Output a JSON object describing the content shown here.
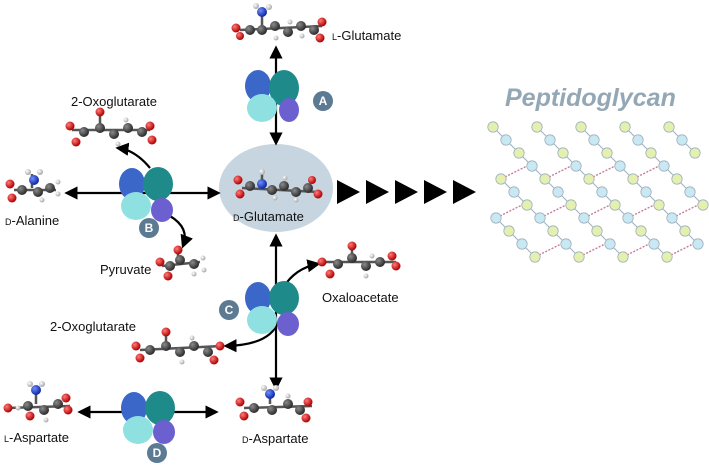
{
  "title": "Peptidoglycan",
  "labels": {
    "l_glutamate": {
      "prefix": "l",
      "name": "-Glutamate"
    },
    "d_glutamate": {
      "prefix": "d",
      "name": "-Glutamate"
    },
    "oxoglutarate_b": "2-Oxoglutarate",
    "d_alanine": {
      "prefix": "d",
      "name": "-Alanine"
    },
    "pyruvate": "Pyruvate",
    "oxaloacetate": "Oxaloacetate",
    "oxoglutarate_c": "2-Oxoglutarate",
    "l_aspartate": {
      "prefix": "l",
      "name": "-Aspartate"
    },
    "d_aspartate": {
      "prefix": "d",
      "name": "-Aspartate"
    }
  },
  "enzymes": {
    "a": "A",
    "b": "B",
    "c": "C",
    "d": "D"
  },
  "colors": {
    "carbon": "#3a3a3a",
    "oxygen": "#e01818",
    "nitrogen": "#1a3fd0",
    "hydrogen": "#e8e8e8",
    "enzyme_teal": "#1f8a8a",
    "enzyme_cyan": "#8fe0e0",
    "enzyme_blue": "#3b68c8",
    "enzyme_purple": "#6c5fd0",
    "hub": "#c6d5df",
    "badge": "#5d7a93",
    "sugar_yellow": "#e4f0b0",
    "sugar_blue": "#c8e8f4",
    "peptide": "#c77a9a"
  }
}
